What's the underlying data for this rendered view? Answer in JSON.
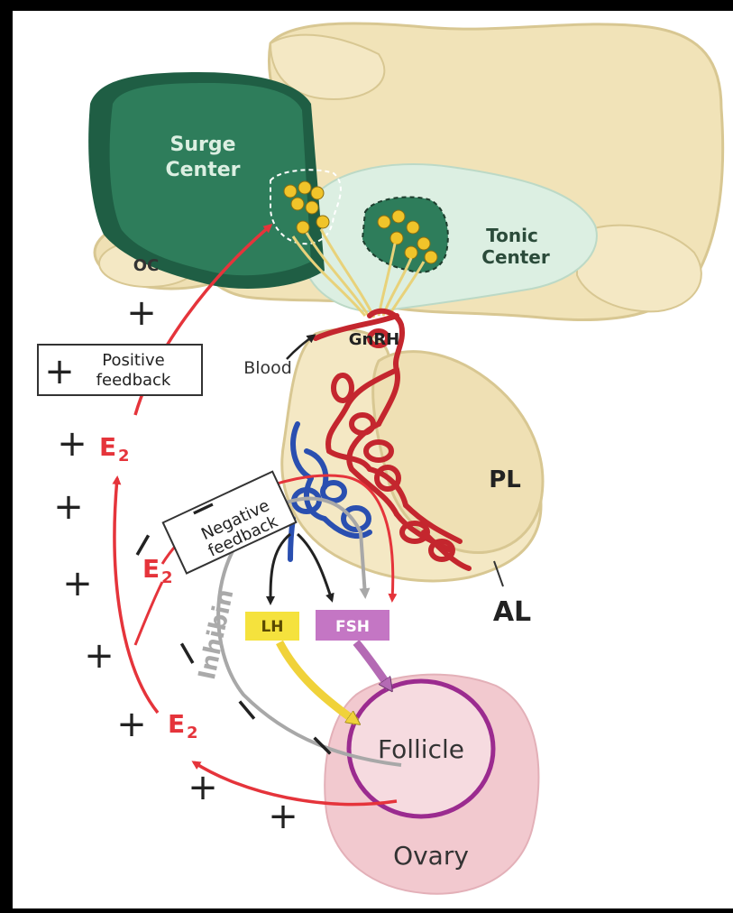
{
  "labels": {
    "surge_center_line1": "Surge",
    "surge_center_line2": "Center",
    "tonic_center_line1": "Tonic",
    "tonic_center_line2": "Center",
    "oc": "OC",
    "blood": "Blood",
    "gnrh": "GnRH",
    "pl": "PL",
    "al": "AL",
    "lh": "LH",
    "fsh": "FSH",
    "follicle": "Follicle",
    "ovary": "Ovary",
    "inhibin": "Inhibin",
    "e2_main": "E",
    "e2_subscript": "2",
    "positive_feedback_line1": "Positive",
    "positive_feedback_line2": "feedback",
    "negative_feedback_line1": "Negative",
    "negative_feedback_line2": "feedback",
    "plus": "+",
    "minus": "—"
  },
  "colors": {
    "background_frame": "#000000",
    "paper": "#ffffff",
    "brain_tan": "#f1e3b8",
    "brain_outline": "#d8c792",
    "surge_green": "#2e7d5b",
    "surge_green_dark": "#1f5e44",
    "tonic_mint": "#dcefe2",
    "neuron_yellow": "#f0c42a",
    "blood_red": "#c4262e",
    "vein_blue": "#2a4fb0",
    "estradiol_red": "#e5343b",
    "inhibin_gray": "#a8a8a8",
    "lh_yellow": "#f5e23d",
    "fsh_purple": "#c476c4",
    "follicle_ring": "#9b2b8f",
    "ovary_pink": "#f2c9cf"
  }
}
